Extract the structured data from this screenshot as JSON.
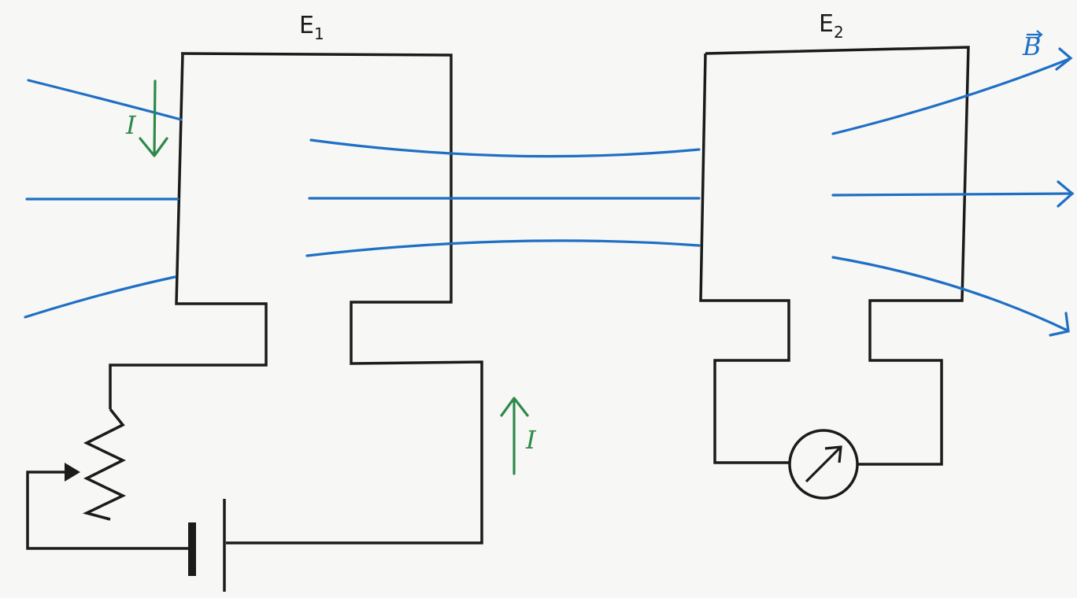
{
  "labels": {
    "e1": {
      "main": "E",
      "sub": "1"
    },
    "e2": {
      "main": "E",
      "sub": "2"
    },
    "field": "B",
    "current_left": "I",
    "current_right": "I"
  },
  "colors": {
    "field_lines": "#1f6fc4",
    "current_arrows": "#2e8a4a",
    "wires": "#1b1b1b",
    "background": "#f7f7f5"
  },
  "components": {
    "resistor": "variable-resistor-icon",
    "battery": "battery-icon",
    "meter": "galvanometer-icon"
  }
}
